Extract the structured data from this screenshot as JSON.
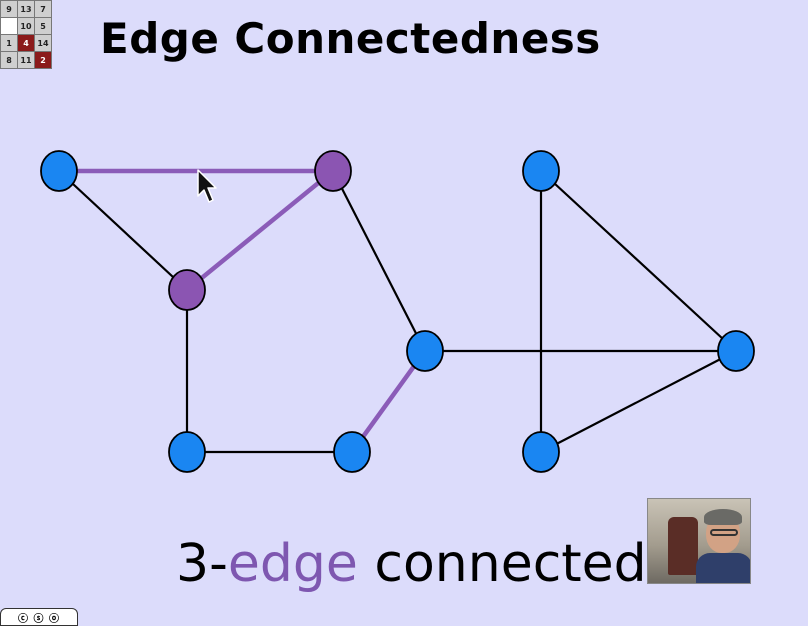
{
  "logo": {
    "cells": [
      "9",
      "13",
      "7",
      "",
      "10",
      "5",
      "1",
      "4",
      "14",
      "8",
      "11",
      "2"
    ],
    "red_cells": [
      7,
      11
    ],
    "blank_cells": [
      3
    ]
  },
  "title": "Edge Connectedness",
  "caption": {
    "prefix": "3-",
    "accent_word": "edge",
    "suffix": " connected"
  },
  "colors": {
    "background": "#dcdcfb",
    "vertex_default": "#1a86f2",
    "vertex_highlight": "#8b55b2",
    "edge_default": "#000000",
    "edge_highlight": "#8b5cb8",
    "accent_text": "#7e57b0"
  },
  "graph": {
    "vertices": [
      {
        "id": "v1",
        "highlight": false
      },
      {
        "id": "v2",
        "highlight": true
      },
      {
        "id": "v3",
        "highlight": true
      },
      {
        "id": "v4",
        "highlight": false
      },
      {
        "id": "v5",
        "highlight": false
      },
      {
        "id": "v6",
        "highlight": false
      },
      {
        "id": "v7",
        "highlight": false
      },
      {
        "id": "v8",
        "highlight": false
      },
      {
        "id": "v9",
        "highlight": false
      }
    ],
    "edges": [
      {
        "from": "v1",
        "to": "v2",
        "highlight": true
      },
      {
        "from": "v1",
        "to": "v3",
        "highlight": false
      },
      {
        "from": "v2",
        "to": "v3",
        "highlight": true
      },
      {
        "from": "v2",
        "to": "v6",
        "highlight": false
      },
      {
        "from": "v3",
        "to": "v4",
        "highlight": false
      },
      {
        "from": "v4",
        "to": "v5",
        "highlight": false
      },
      {
        "from": "v5",
        "to": "v6",
        "highlight": true
      },
      {
        "from": "v6",
        "to": "v8",
        "highlight": false
      },
      {
        "from": "v7",
        "to": "v8",
        "highlight": false
      },
      {
        "from": "v7",
        "to": "v9",
        "highlight": false
      },
      {
        "from": "v8",
        "to": "v9",
        "highlight": false
      }
    ]
  },
  "icons": {
    "cursor": "mouse-pointer-icon",
    "license": "creative-commons-icon"
  }
}
